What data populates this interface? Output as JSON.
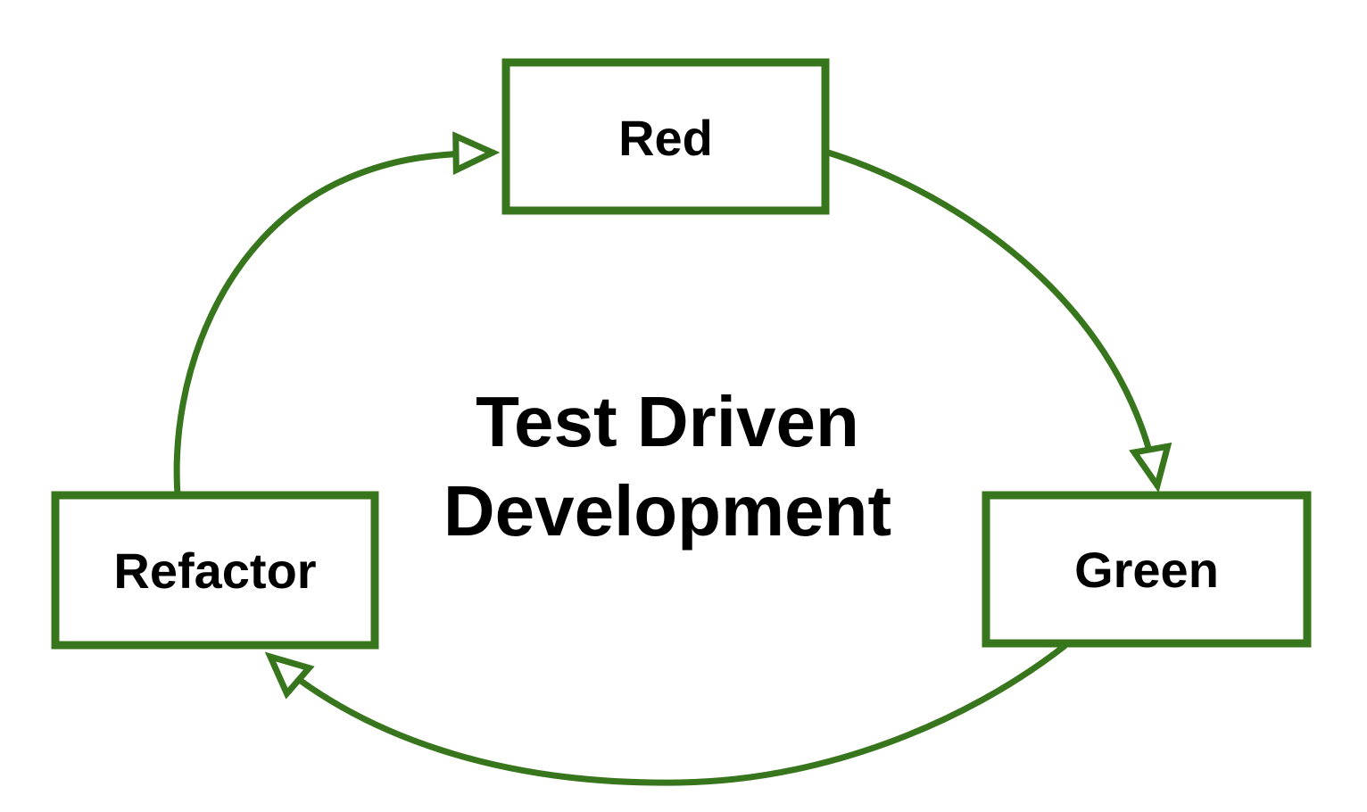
{
  "diagram": {
    "title": {
      "line1": "Test Driven",
      "line2": "Development"
    },
    "nodes": [
      {
        "id": "red",
        "label": "Red"
      },
      {
        "id": "green",
        "label": "Green"
      },
      {
        "id": "refactor",
        "label": "Refactor"
      }
    ],
    "edges": [
      {
        "from": "Red",
        "to": "Green",
        "direction": "clockwise"
      },
      {
        "from": "Green",
        "to": "Refactor",
        "direction": "clockwise"
      },
      {
        "from": "Refactor",
        "to": "Red",
        "direction": "clockwise"
      }
    ],
    "colors": {
      "stroke": "#38761d",
      "text": "#000000",
      "background": "#ffffff",
      "node_fill": "#ffffff"
    }
  }
}
